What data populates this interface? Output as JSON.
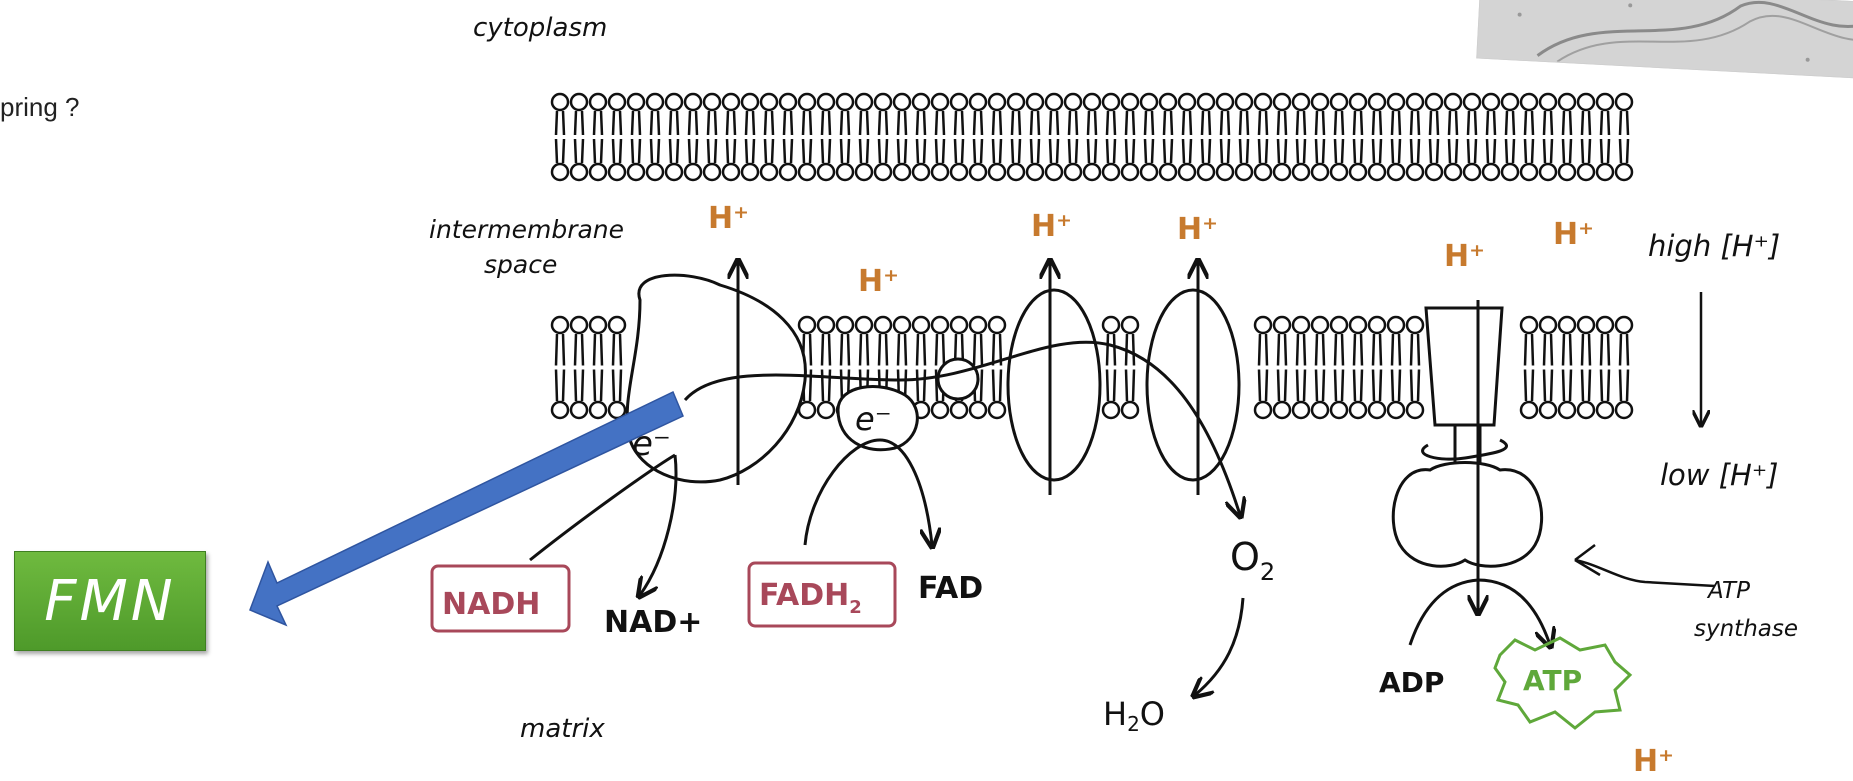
{
  "slide": {
    "partial_question": "pring ?",
    "fmn_label": "FMN"
  },
  "diagram": {
    "labels": {
      "cytoplasm": "cytoplasm",
      "intermembrane_1": "intermembrane",
      "intermembrane_2": "space",
      "matrix": "matrix",
      "high": "high [H⁺]",
      "low": "low [H⁺]",
      "atp_synthase_1": "ATP",
      "atp_synthase_2": "synthase"
    },
    "species": {
      "nadh": "NADH",
      "nad_plus": "NAD+",
      "fadh2": "FADH",
      "fadh2_sub": "2",
      "fad": "FAD",
      "o2": "O",
      "o2_sub": "2",
      "h2o_h": "H",
      "h2o_sub": "2",
      "h2o_o": "O",
      "adp": "ADP",
      "atp": "ATP",
      "electron": "e⁻",
      "proton": "H⁺"
    },
    "colors": {
      "proton": "#c77a2e",
      "reactant_box": "#a8485a",
      "atp": "#5fa83a",
      "arrow_fill": "#4472c4",
      "fmn_box": "#5aab34"
    }
  }
}
